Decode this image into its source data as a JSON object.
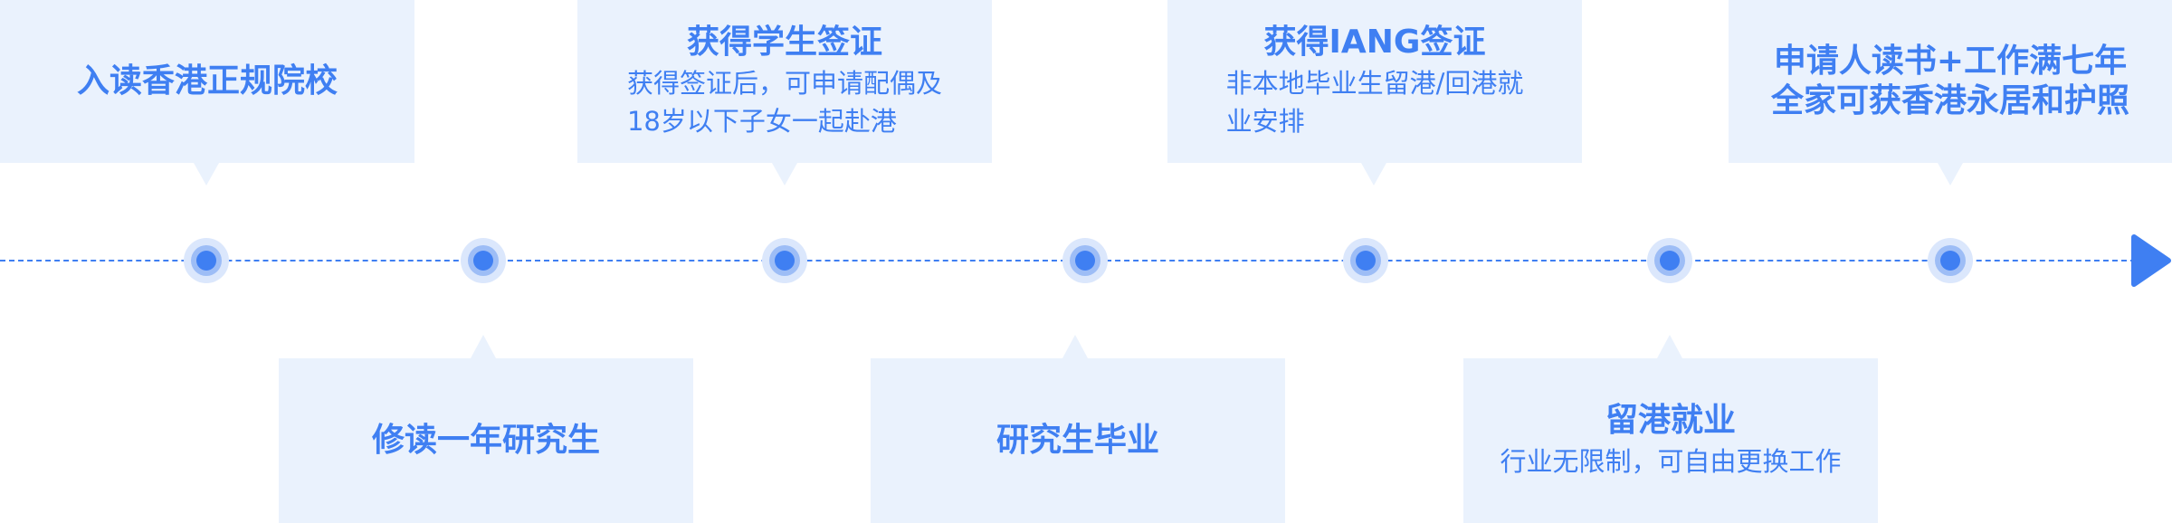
{
  "colors": {
    "accent": "#3f7ff2",
    "card_bg": "#eaf2fd"
  },
  "steps": [
    {
      "title": "入读香港正规院校"
    },
    {
      "title": "修读一年研究生"
    },
    {
      "title": "获得学生签证",
      "desc_lines": [
        "获得签证后，可申请配偶及",
        "18岁以下子女一起赴港"
      ]
    },
    {
      "title": "研究生毕业"
    },
    {
      "title": "获得IANG签证",
      "desc_lines": [
        "非本地毕业生留港/回港就",
        "业安排"
      ]
    },
    {
      "title": "留港就业",
      "desc_lines": [
        "行业无限制，可自由更换工作"
      ]
    },
    {
      "title_lines": [
        "申请人读书+工作满七年",
        "全家可获香港永居和护照"
      ]
    }
  ]
}
